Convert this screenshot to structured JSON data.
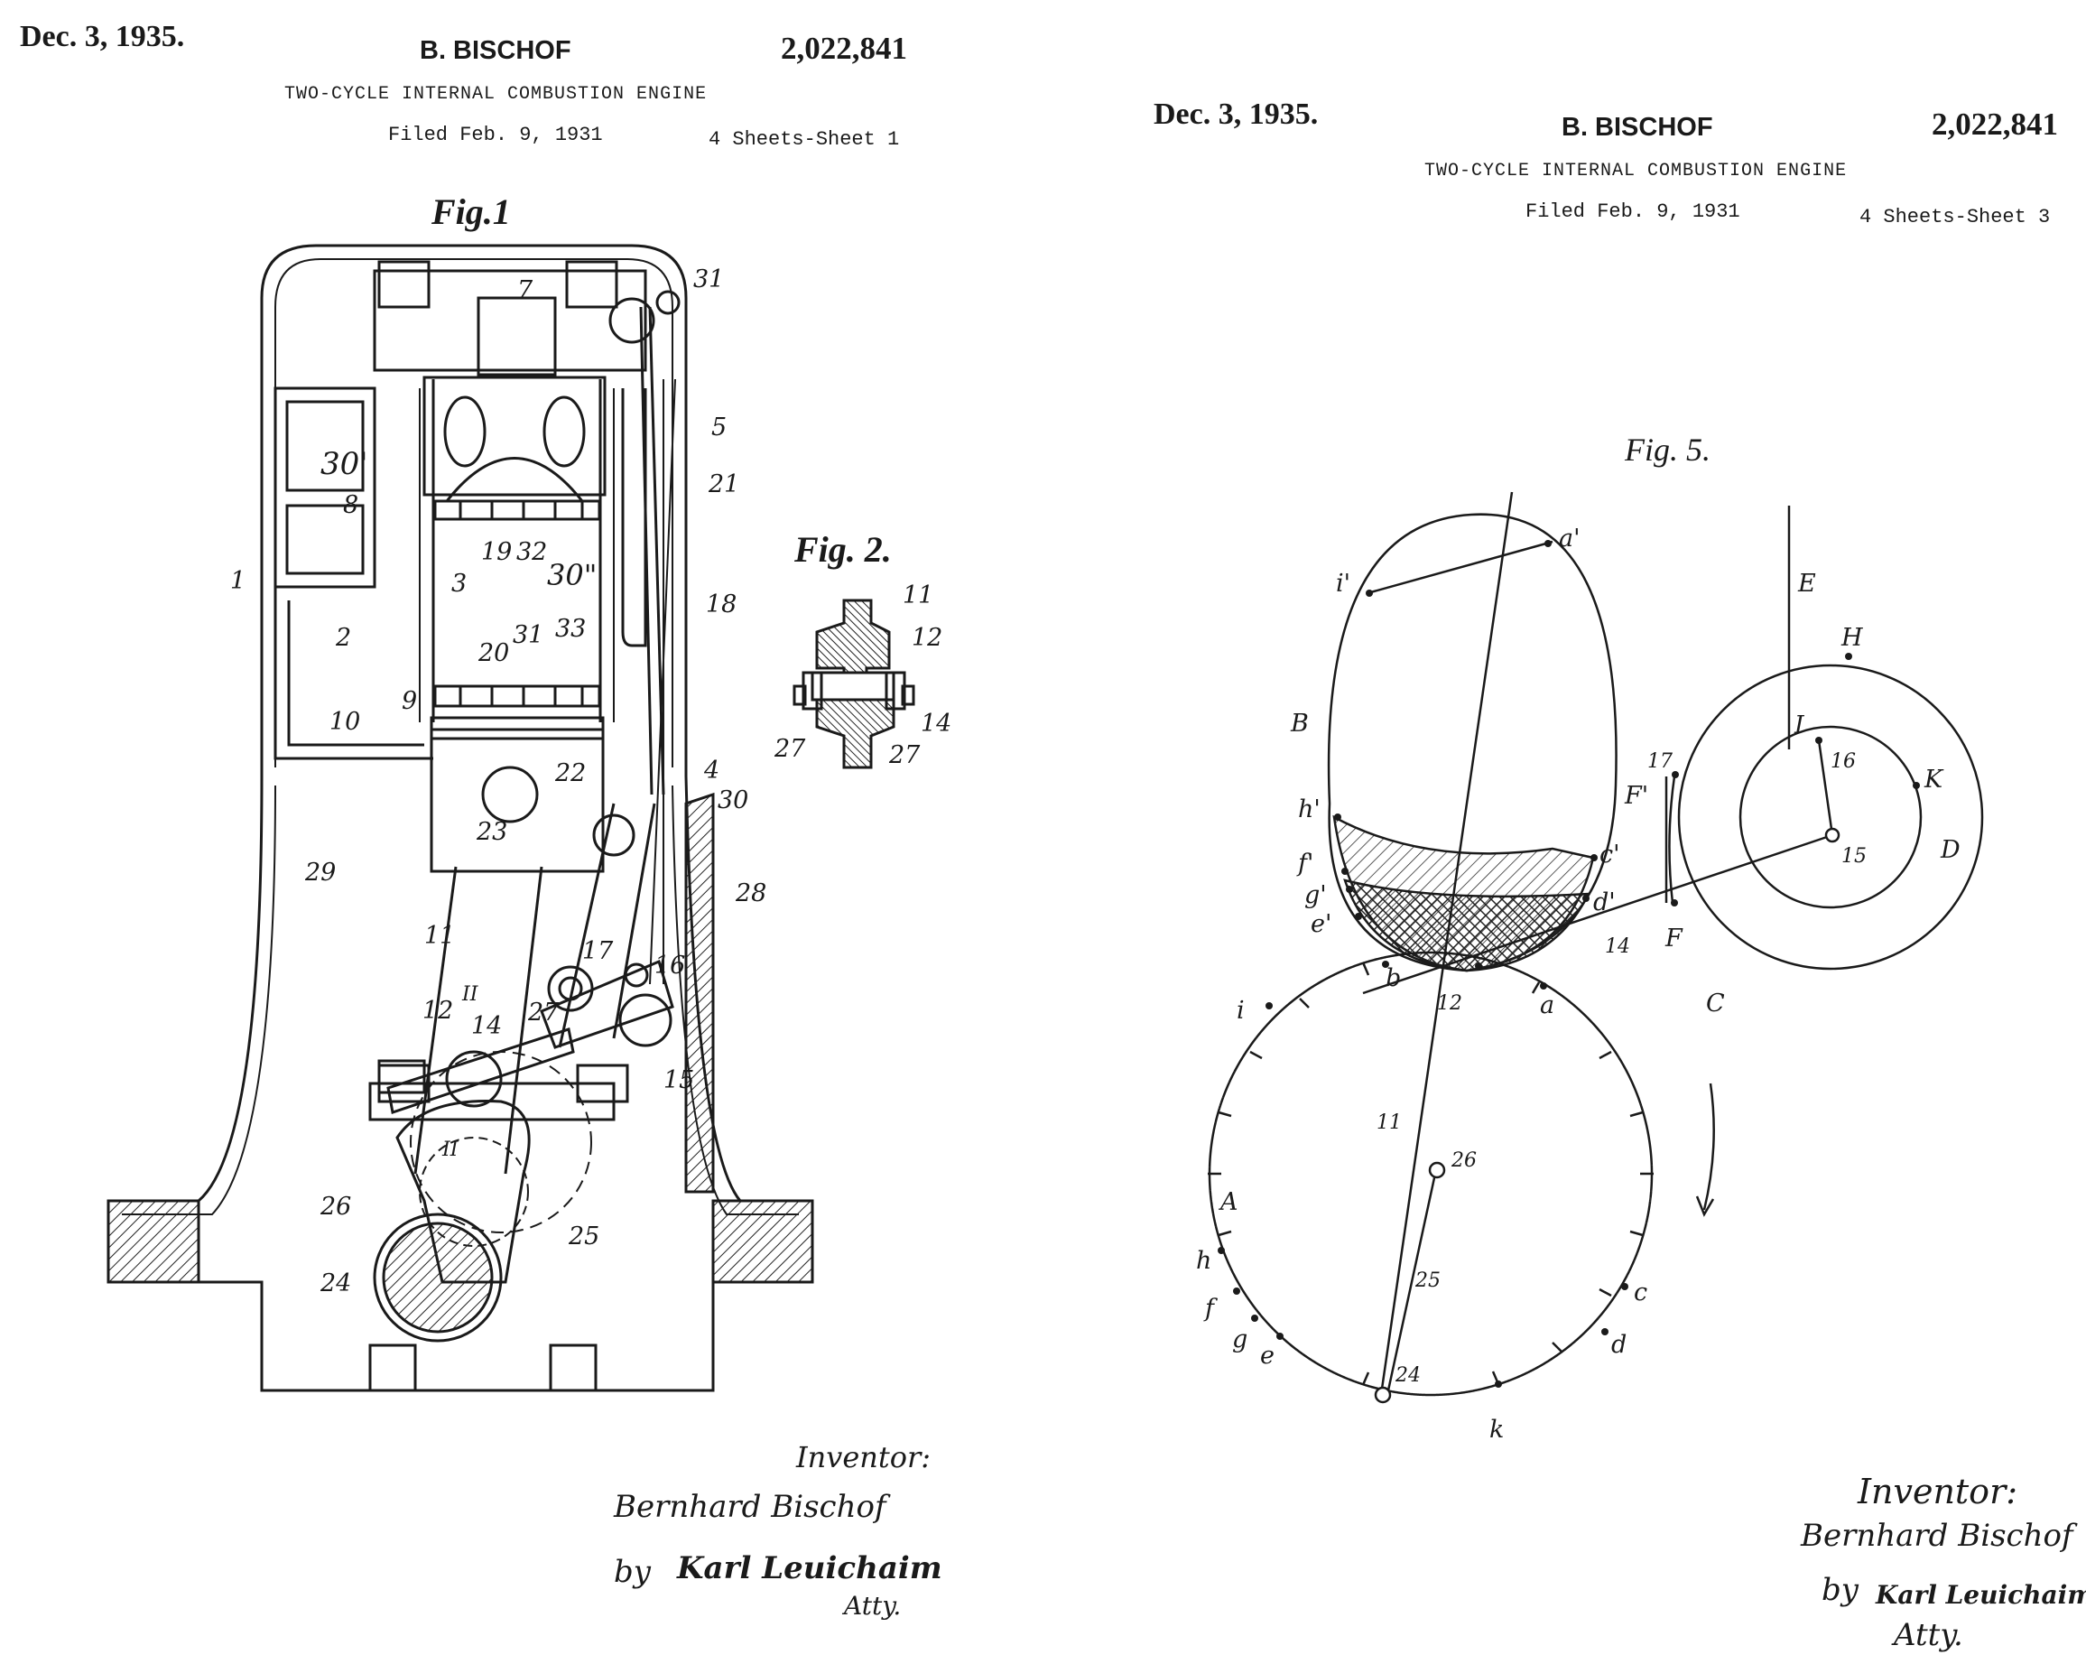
{
  "sheet_left": {
    "date": "Dec. 3, 1935.",
    "inventor_name": "B. BISCHOF",
    "patent_number": "2,022,841",
    "title": "TWO-CYCLE INTERNAL COMBUSTION ENGINE",
    "filed": "Filed Feb. 9, 1931",
    "sheets": "4 Sheets-Sheet 1",
    "fig1_title": "Fig.1",
    "fig2_title": "Fig. 2.",
    "fig1_labels": [
      "7",
      "31",
      "5",
      "30'",
      "21",
      "8",
      "19",
      "32",
      "30\"",
      "1",
      "3",
      "18",
      "2",
      "20",
      "31",
      "33",
      "9",
      "10",
      "22",
      "4",
      "30",
      "23",
      "29",
      "28",
      "11",
      "17",
      "16",
      "12",
      "14",
      "27",
      "15",
      "II",
      "II",
      "26",
      "25",
      "24"
    ],
    "fig2_labels": [
      "11",
      "12",
      "14",
      "27",
      "27"
    ],
    "inventor_caption": "Inventor:",
    "signature": "Bernhard Bischof",
    "by_word": "by",
    "attorney_signature": "Karl Leuichaim",
    "attorney_abbr": "Atty."
  },
  "sheet_right": {
    "date": "Dec. 3, 1935.",
    "inventor_name": "B. BISCHOF",
    "patent_number": "2,022,841",
    "title": "TWO-CYCLE INTERNAL COMBUSTION ENGINE",
    "filed": "Filed Feb. 9, 1931",
    "sheets": "4 Sheets-Sheet 3",
    "fig5_title": "Fig. 5.",
    "fig5_labels": [
      "a'",
      "i'",
      "B",
      "E",
      "H",
      "I",
      "16",
      "17",
      "K",
      "F'",
      "15",
      "D",
      "h'",
      "c'",
      "f'",
      "g'",
      "d'",
      "e'",
      "14",
      "F",
      "C",
      "b",
      "12",
      "a",
      "i",
      "11",
      "26",
      "A",
      "25",
      "h",
      "f",
      "g",
      "e",
      "c",
      "d",
      "24",
      "k"
    ],
    "inventor_caption": "Inventor:",
    "signature": "Bernhard Bischof",
    "by_word": "by",
    "attorney_signature": "Karl Leuichaim",
    "attorney_abbr": "Atty."
  }
}
